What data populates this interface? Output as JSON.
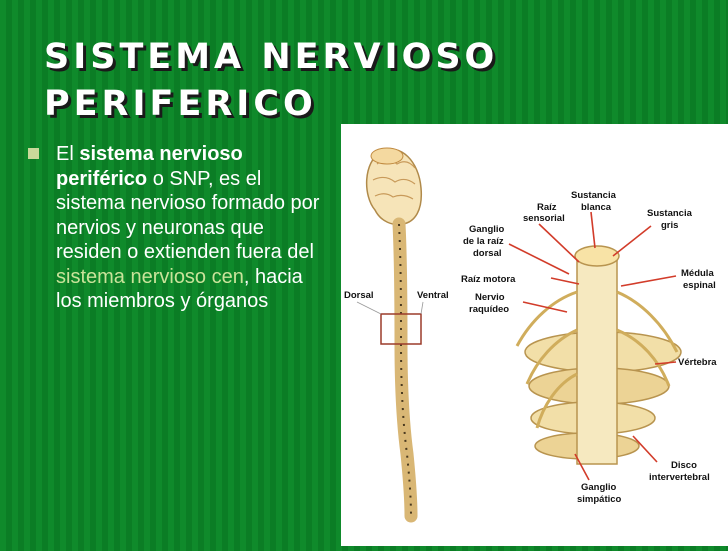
{
  "slide": {
    "title_line1": "SISTEMA NERVIOSO",
    "title_line2": "PERIFERICO",
    "bullet": {
      "t1": "El ",
      "t2": "sistema nervioso periférico",
      "t3": " o SNP, es el sistema nervioso formado por nervios y neuronas que residen o extienden fuera del ",
      "link": "sistema nervioso cen",
      "t4": ", hacia los miembros y órganos"
    }
  },
  "figure": {
    "labels": {
      "dorsal": "Dorsal",
      "ventral": "Ventral",
      "raiz_sensorial_1": "Raíz",
      "raiz_sensorial_2": "sensorial",
      "sustancia_blanca_1": "Sustancia",
      "sustancia_blanca_2": "blanca",
      "sustancia_gris_1": "Sustancia",
      "sustancia_gris_2": "gris",
      "ganglio_raiz_1": "Ganglio",
      "ganglio_raiz_2": "de la raíz",
      "ganglio_raiz_3": "dorsal",
      "raiz_motora": "Raíz motora",
      "nervio_raquideo_1": "Nervio",
      "nervio_raquideo_2": "raquídeo",
      "medula_espinal_1": "Médula",
      "medula_espinal_2": "espinal",
      "vertebra": "Vértebra",
      "disco_1": "Disco",
      "disco_2": "intervertebral",
      "ganglio_simpatico_1": "Ganglio",
      "ganglio_simpatico_2": "simpático"
    }
  },
  "colors": {
    "background": "#0f8a2b",
    "title_text": "#ffffff",
    "link_text": "#c9e39a",
    "bullet_square": "#c9d99a",
    "arrow_red": "#d23c2a",
    "bone": "#f2dfa8"
  }
}
